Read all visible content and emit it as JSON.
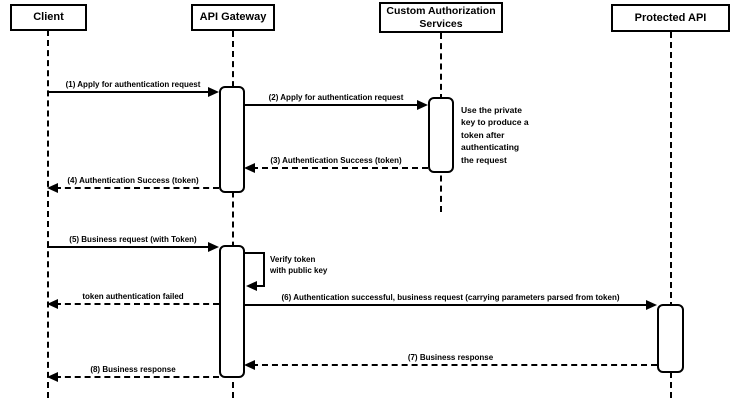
{
  "diagram": {
    "type": "sequence",
    "participants": [
      {
        "id": "client",
        "label": "Client"
      },
      {
        "id": "api-gateway",
        "label": "API Gateway"
      },
      {
        "id": "custom-auth",
        "label": "Custom Authorization Services",
        "lines": [
          "Custom Authorization",
          "Services"
        ]
      },
      {
        "id": "protected-api",
        "label": "Protected API"
      }
    ],
    "messages": [
      {
        "label": "(1) Apply for authentication request",
        "from": "Client",
        "to": "API Gateway",
        "line": "solid"
      },
      {
        "label": "(2) Apply for authentication request",
        "from": "API Gateway",
        "to": "Custom Authorization Services",
        "line": "solid"
      },
      {
        "label": "(3) Authentication Success (token)",
        "from": "Custom Authorization Services",
        "to": "API Gateway",
        "line": "dashed"
      },
      {
        "label": "(4) Authentication Success (token)",
        "from": "API Gateway",
        "to": "Client",
        "line": "dashed"
      },
      {
        "label": "(5) Business request (with Token)",
        "from": "Client",
        "to": "API Gateway",
        "line": "solid"
      },
      {
        "label": "token authentication failed",
        "from": "API Gateway",
        "to": "Client",
        "line": "dashed"
      },
      {
        "label": "(6) Authentication successful, business request (carrying parameters parsed from token)",
        "from": "API Gateway",
        "to": "Protected API",
        "line": "solid"
      },
      {
        "label": "(7) Business response",
        "from": "Protected API",
        "to": "API Gateway",
        "line": "dashed"
      },
      {
        "label": "(8) Business response",
        "from": "API Gateway",
        "to": "Client",
        "line": "dashed"
      }
    ],
    "self_message": {
      "target": "API Gateway",
      "lines": [
        "Verify token",
        "with public key"
      ]
    },
    "note": {
      "attached_to": "Custom Authorization Services",
      "lines": [
        "Use the private",
        "key to produce a",
        "token after",
        "authenticating",
        "the request"
      ]
    },
    "colors": {
      "line": "#000000",
      "fill": "#ffffff",
      "background": "#ffffff"
    }
  }
}
